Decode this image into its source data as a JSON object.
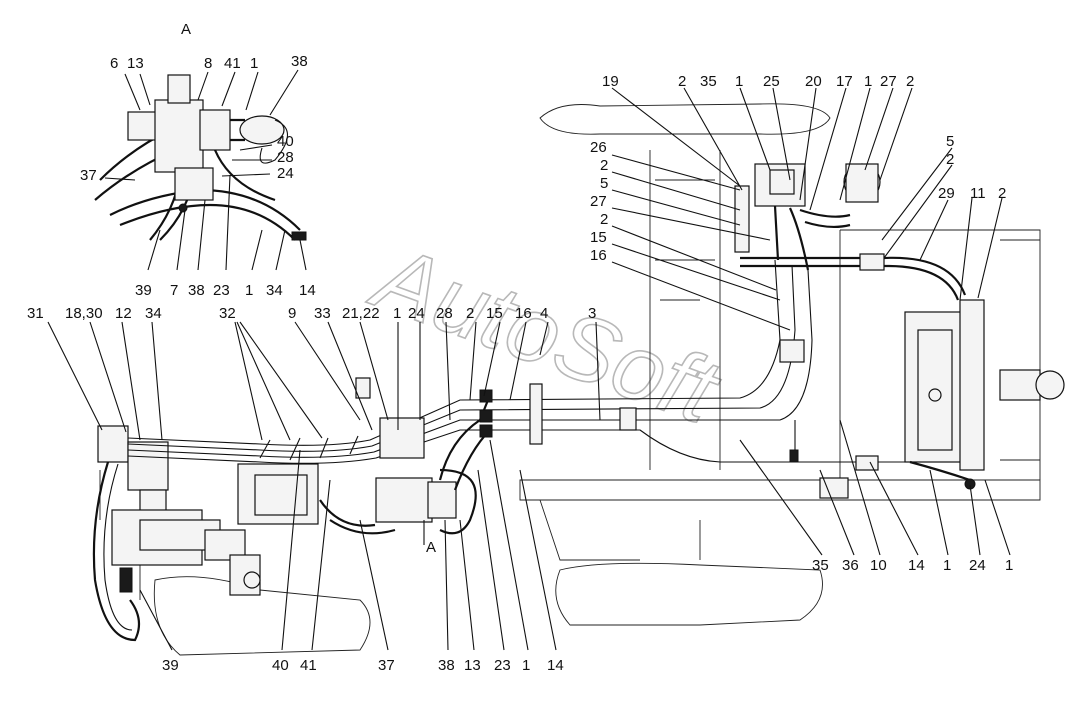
{
  "view_label": "A",
  "watermark": "AutoSoft",
  "labels": {
    "inset_top": [
      "6",
      "13",
      "8",
      "41",
      "1",
      "38"
    ],
    "inset_right": [
      "40",
      "28",
      "24"
    ],
    "inset_left": [
      "37"
    ],
    "inset_bottom": [
      "39",
      "7",
      "38",
      "23",
      "1",
      "34",
      "14"
    ],
    "main_top_left": [
      "31",
      "18,30",
      "12",
      "34",
      "32",
      "9",
      "33",
      "21,22",
      "1",
      "24",
      "28",
      "2",
      "15",
      "16",
      "4",
      "3"
    ],
    "right_top": [
      "19",
      "2",
      "35",
      "1",
      "25",
      "20",
      "17",
      "1",
      "27",
      "2"
    ],
    "right_side_left": [
      "26",
      "2",
      "5",
      "27",
      "2",
      "15",
      "16"
    ],
    "right_side_right": [
      "5",
      "2",
      "29",
      "11",
      "2"
    ],
    "right_bottom": [
      "35",
      "36",
      "10",
      "14",
      "1",
      "24",
      "1"
    ],
    "main_bottom": [
      "39",
      "40",
      "41",
      "37",
      "38",
      "13",
      "23",
      "1",
      "14"
    ],
    "section_marker": "A"
  }
}
